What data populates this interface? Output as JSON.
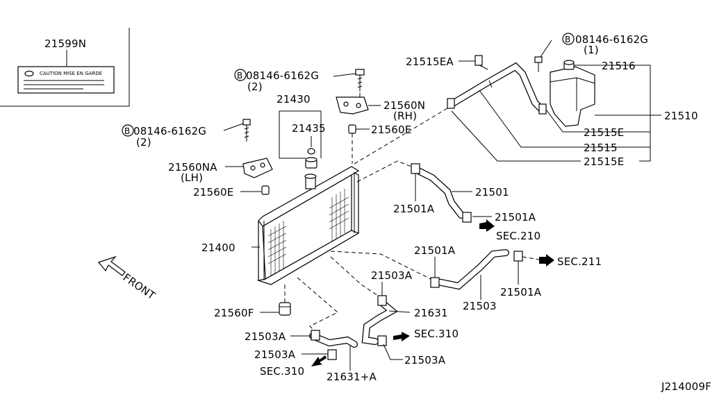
{
  "diagram_id": "J214009F",
  "caution_label": {
    "part_number": "21599N",
    "text": "CAUTION  MISE EN GARDE"
  },
  "front_indicator": "FRONT",
  "labels": {
    "p21430": "21430",
    "p21435": "21435",
    "p21560N": "21560N",
    "rh": "(RH)",
    "p21560E_top": "21560E",
    "p21560NA": "21560NA",
    "lh": "(LH)",
    "p21560E_left": "21560E",
    "p21400": "21400",
    "p21560F": "21560F",
    "bolt_top_code": "08146-6162G",
    "bolt_top_qty": "(2)",
    "bolt_left_code": "08146-6162G",
    "bolt_left_qty": "(2)",
    "bolt_right_code": "08146-6162G",
    "bolt_right_qty": "(1)",
    "p21515EA": "21515EA",
    "p21516": "21516",
    "p21510": "21510",
    "p21515E_a": "21515E",
    "p21515": "21515",
    "p21515E_b": "21515E",
    "p21501": "21501",
    "p21501A_a": "21501A",
    "p21501A_b": "21501A",
    "sec210": "SEC.210",
    "p21501A_c": "21501A",
    "p21501A_d": "21501A",
    "sec211": "SEC.211",
    "p21503": "21503",
    "p21503A_a": "21503A",
    "p21631": "21631",
    "sec310_right": "SEC.310",
    "p21503A_b": "21503A",
    "p21503A_c": "21503A",
    "p21503A_d": "21503A",
    "sec310_left": "SEC.310",
    "p21631A": "21631+A",
    "bolt_marker": "B"
  }
}
